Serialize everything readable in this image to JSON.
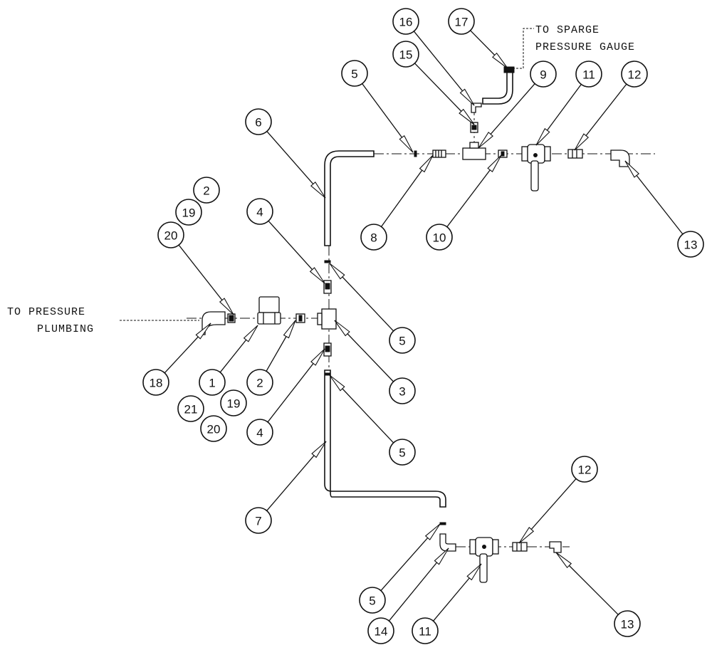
{
  "notes": {
    "sparge_line1": "TO SPARGE",
    "sparge_line2": "PRESSURE GAUGE",
    "pressure_line1": "TO PRESSURE",
    "pressure_line2": "PLUMBING"
  },
  "callouts": [
    {
      "id": "c1",
      "label": "1"
    },
    {
      "id": "c2a",
      "label": "2"
    },
    {
      "id": "c2b",
      "label": "2"
    },
    {
      "id": "c3",
      "label": "3"
    },
    {
      "id": "c4a",
      "label": "4"
    },
    {
      "id": "c4b",
      "label": "4"
    },
    {
      "id": "c5a",
      "label": "5"
    },
    {
      "id": "c5b",
      "label": "5"
    },
    {
      "id": "c5c",
      "label": "5"
    },
    {
      "id": "c5d",
      "label": "5"
    },
    {
      "id": "c6",
      "label": "6"
    },
    {
      "id": "c7",
      "label": "7"
    },
    {
      "id": "c8",
      "label": "8"
    },
    {
      "id": "c9",
      "label": "9"
    },
    {
      "id": "c10",
      "label": "10"
    },
    {
      "id": "c11a",
      "label": "11"
    },
    {
      "id": "c11b",
      "label": "11"
    },
    {
      "id": "c12a",
      "label": "12"
    },
    {
      "id": "c12b",
      "label": "12"
    },
    {
      "id": "c13a",
      "label": "13"
    },
    {
      "id": "c13b",
      "label": "13"
    },
    {
      "id": "c14",
      "label": "14"
    },
    {
      "id": "c15",
      "label": "15"
    },
    {
      "id": "c16",
      "label": "16"
    },
    {
      "id": "c17",
      "label": "17"
    },
    {
      "id": "c18",
      "label": "18"
    },
    {
      "id": "c19a",
      "label": "19"
    },
    {
      "id": "c19b",
      "label": "19"
    },
    {
      "id": "c20a",
      "label": "20"
    },
    {
      "id": "c20b",
      "label": "20"
    },
    {
      "id": "c21",
      "label": "21"
    }
  ]
}
